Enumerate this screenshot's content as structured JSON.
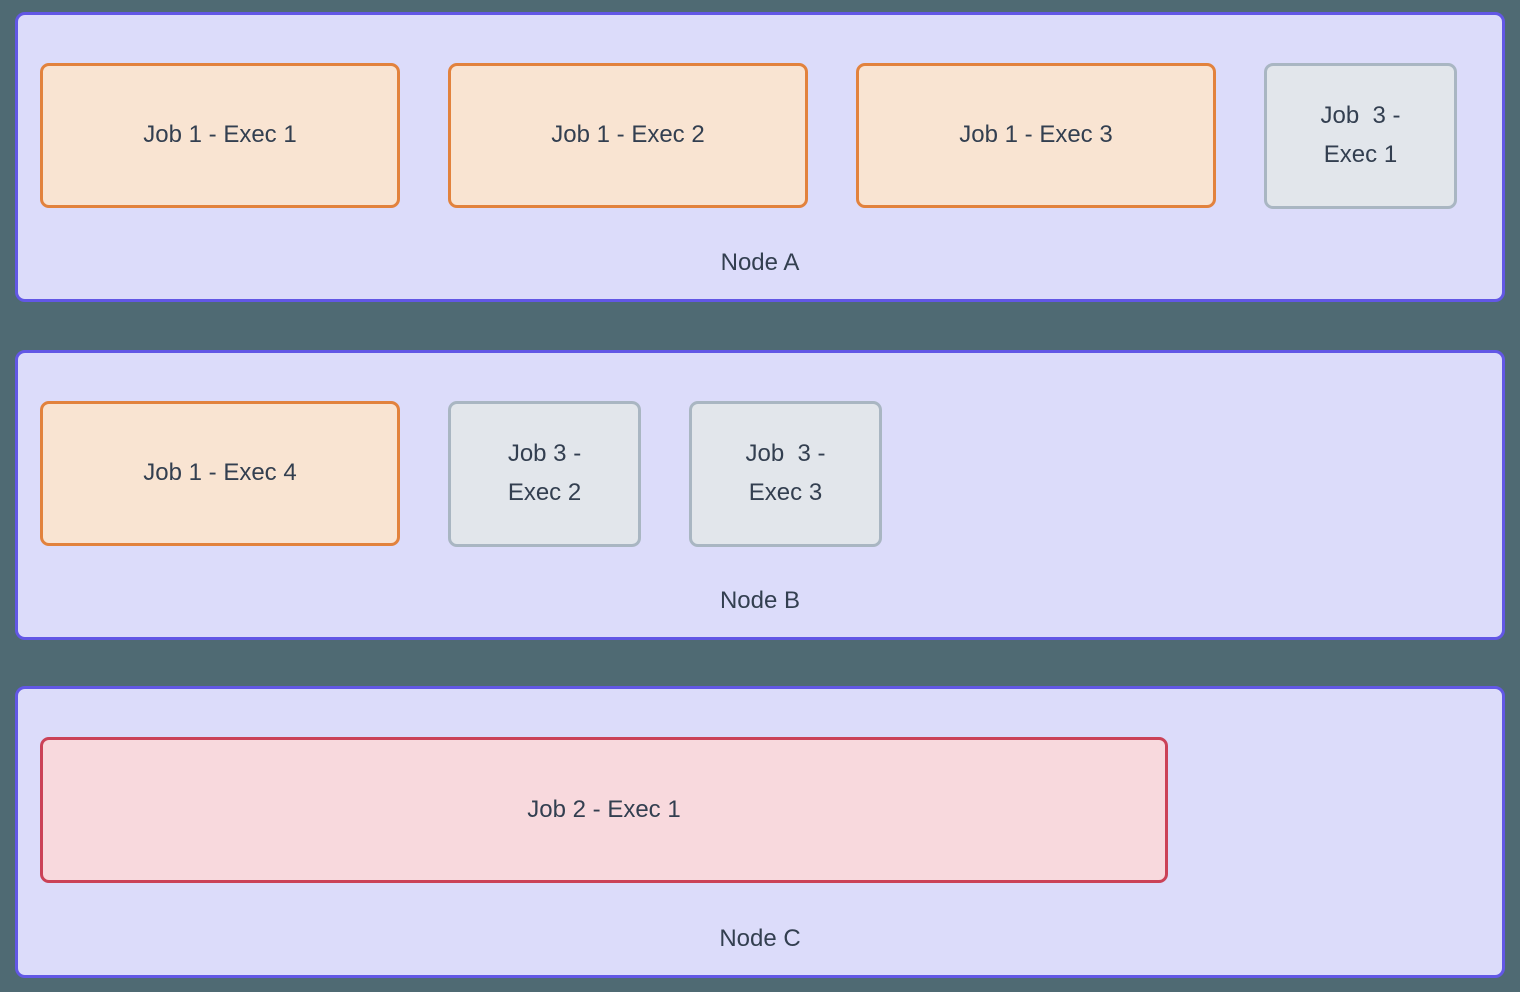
{
  "diagram": {
    "background_color": "#4f6a73",
    "node_fill_color": "#dcdcfa",
    "node_border_color": "#6257e5",
    "text_color": "#333f50",
    "job_styles": {
      "job1": {
        "fill": "#f9e4d2",
        "border": "#e2823d"
      },
      "job2": {
        "fill": "#f8d9dd",
        "border": "#cb4257"
      },
      "job3": {
        "fill": "#e2e6eb",
        "border": "#a9b6c2"
      }
    },
    "nodes": [
      {
        "label": "Node A",
        "jobs": [
          {
            "label": "Job 1 - Exec 1",
            "kind": "job1"
          },
          {
            "label": "Job 1 - Exec 2",
            "kind": "job1"
          },
          {
            "label": "Job 1 - Exec 3",
            "kind": "job1"
          },
          {
            "label": "Job  3 -\nExec 1",
            "kind": "job3"
          }
        ]
      },
      {
        "label": "Node B",
        "jobs": [
          {
            "label": "Job 1 - Exec 4",
            "kind": "job1"
          },
          {
            "label": "Job 3 -\nExec 2",
            "kind": "job3"
          },
          {
            "label": "Job  3 -\nExec 3",
            "kind": "job3"
          }
        ]
      },
      {
        "label": "Node C",
        "jobs": [
          {
            "label": "Job 2 - Exec 1",
            "kind": "job2"
          }
        ]
      }
    ]
  }
}
